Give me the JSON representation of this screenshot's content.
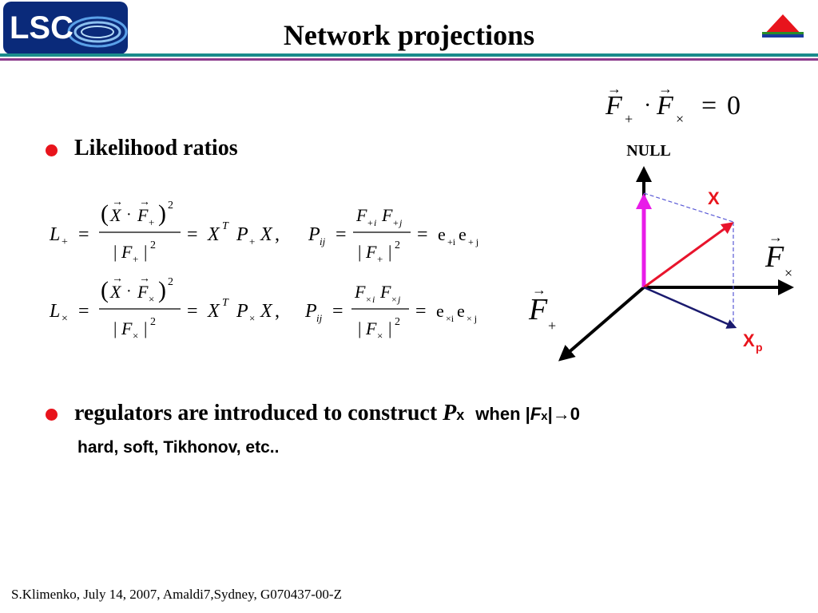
{
  "header": {
    "logo_text": "LSC",
    "title": "Network projections"
  },
  "bullets": [
    {
      "text": "Likelihood ratios"
    },
    {
      "text": "regulators are introduced to construct ",
      "p_symbol": "P",
      "p_sub": "x",
      "when_text": "when |",
      "f_symbol": "F",
      "f_sub": "x",
      "tail": "|→0"
    }
  ],
  "sub_bullet": "hard, soft, Tikhonov, etc..",
  "diagram": {
    "null_label": "NULL",
    "x_label": "X",
    "xp_label": "X",
    "xp_sub": "p",
    "fcross_label": "F",
    "fcross_sub": "×",
    "fplus_label": "F",
    "fplus_sub": "+",
    "colors": {
      "null_arrow": "#e81ce8",
      "x_arrow": "#e8142c",
      "xp_arrow": "#1a1a6e",
      "projection_line": "#5a5ad6",
      "label_red": "#e8141c"
    }
  },
  "footer": "S.Klimenko, July 14, 2007, Amaldi7,Sydney, G070437-00-Z",
  "colors": {
    "bullet": "#e8141c",
    "rule_teal": "#1a8c8c",
    "rule_purple": "#8c3a8c"
  }
}
